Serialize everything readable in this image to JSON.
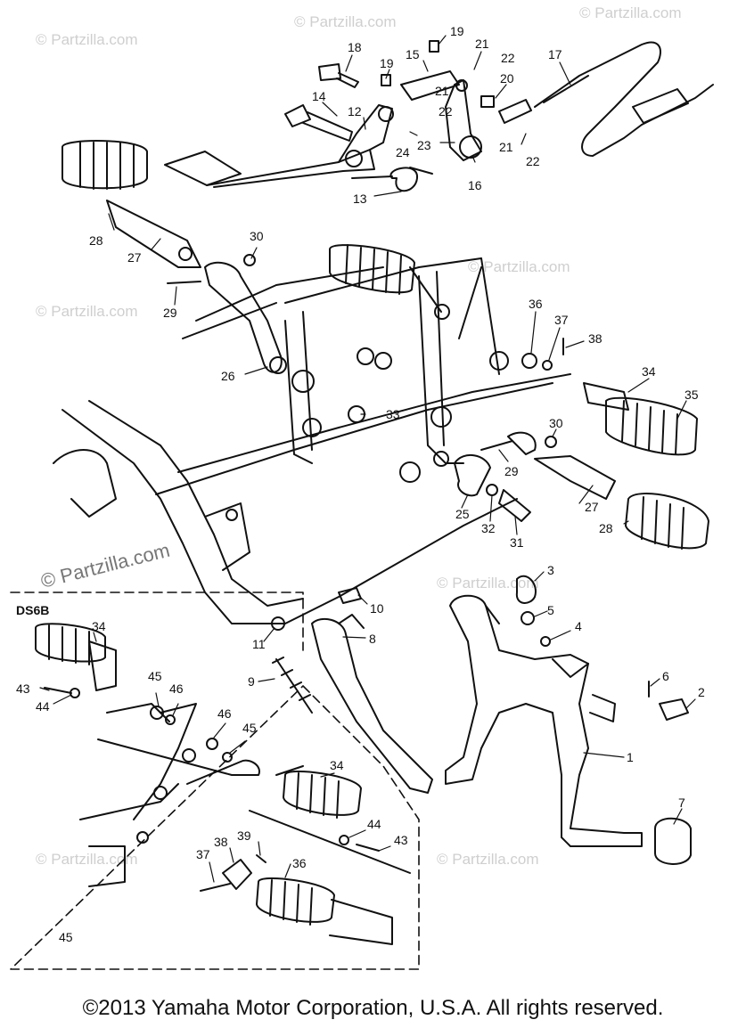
{
  "diagram": {
    "callouts": [
      {
        "key": "c18",
        "text": "18"
      },
      {
        "key": "c19a",
        "text": "19"
      },
      {
        "key": "c19b",
        "text": "19"
      },
      {
        "key": "c15",
        "text": "15"
      },
      {
        "key": "c21a",
        "text": "21"
      },
      {
        "key": "c22a",
        "text": "22"
      },
      {
        "key": "c17",
        "text": "17"
      },
      {
        "key": "c21b",
        "text": "21"
      },
      {
        "key": "c22b",
        "text": "22"
      },
      {
        "key": "c20",
        "text": "20"
      },
      {
        "key": "c14",
        "text": "14"
      },
      {
        "key": "c12",
        "text": "12"
      },
      {
        "key": "c24",
        "text": "24"
      },
      {
        "key": "c23",
        "text": "23"
      },
      {
        "key": "c21c",
        "text": "21"
      },
      {
        "key": "c22c",
        "text": "22"
      },
      {
        "key": "c16",
        "text": "16"
      },
      {
        "key": "c13",
        "text": "13"
      },
      {
        "key": "c28a",
        "text": "28"
      },
      {
        "key": "c27a",
        "text": "27"
      },
      {
        "key": "c30a",
        "text": "30"
      },
      {
        "key": "c29a",
        "text": "29"
      },
      {
        "key": "c26",
        "text": "26"
      },
      {
        "key": "c36a",
        "text": "36"
      },
      {
        "key": "c37a",
        "text": "37"
      },
      {
        "key": "c38a",
        "text": "38"
      },
      {
        "key": "c34a",
        "text": "34"
      },
      {
        "key": "c35",
        "text": "35"
      },
      {
        "key": "c33",
        "text": "33"
      },
      {
        "key": "c30b",
        "text": "30"
      },
      {
        "key": "c29b",
        "text": "29"
      },
      {
        "key": "c25",
        "text": "25"
      },
      {
        "key": "c32",
        "text": "32"
      },
      {
        "key": "c31",
        "text": "31"
      },
      {
        "key": "c27b",
        "text": "27"
      },
      {
        "key": "c28b",
        "text": "28"
      },
      {
        "key": "c3",
        "text": "3"
      },
      {
        "key": "c5",
        "text": "5"
      },
      {
        "key": "c4",
        "text": "4"
      },
      {
        "key": "c10",
        "text": "10"
      },
      {
        "key": "c11",
        "text": "11"
      },
      {
        "key": "c8",
        "text": "8"
      },
      {
        "key": "c9",
        "text": "9"
      },
      {
        "key": "c6",
        "text": "6"
      },
      {
        "key": "c2",
        "text": "2"
      },
      {
        "key": "c1",
        "text": "1"
      },
      {
        "key": "c7",
        "text": "7"
      },
      {
        "key": "c34b",
        "text": "34"
      },
      {
        "key": "c43a",
        "text": "43"
      },
      {
        "key": "c44a",
        "text": "44"
      },
      {
        "key": "c45a",
        "text": "45"
      },
      {
        "key": "c46a",
        "text": "46"
      },
      {
        "key": "c46b",
        "text": "46"
      },
      {
        "key": "c45b",
        "text": "45"
      },
      {
        "key": "c34c",
        "text": "34"
      },
      {
        "key": "c44b",
        "text": "44"
      },
      {
        "key": "c43b",
        "text": "43"
      },
      {
        "key": "c37b",
        "text": "37"
      },
      {
        "key": "c38b",
        "text": "38"
      },
      {
        "key": "c39",
        "text": "39"
      },
      {
        "key": "c36b",
        "text": "36"
      },
      {
        "key": "c45c",
        "text": "45"
      }
    ],
    "variant_label": "DS6B",
    "watermark": "© Partzilla.com"
  },
  "footer": {
    "copyright": "©2013 Yamaha Motor Corporation, U.S.A. All rights reserved."
  }
}
